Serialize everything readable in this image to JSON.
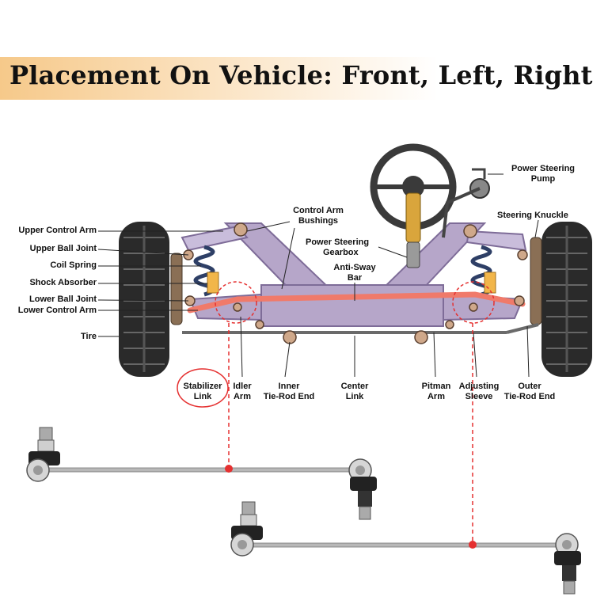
{
  "title": "Placement On Vehicle: Front, Left, Right",
  "labels": {
    "upper_control_arm": "Upper Control Arm",
    "upper_ball_joint": "Upper Ball Joint",
    "coil_spring": "Coil Spring",
    "shock_absorber": "Shock Absorber",
    "lower_ball_joint": "Lower Ball Joint",
    "lower_control_arm": "Lower Control Arm",
    "tire": "Tire",
    "control_arm_bushings_1": "Control Arm",
    "control_arm_bushings_2": "Bushings",
    "power_steering_gearbox_1": "Power Steering",
    "power_steering_gearbox_2": "Gearbox",
    "anti_sway_bar_1": "Anti-Sway",
    "anti_sway_bar_2": "Bar",
    "power_steering_pump_1": "Power Steering",
    "power_steering_pump_2": "Pump",
    "steering_knuckle": "Steering Knuckle",
    "stabilizer_link_1": "Stabilizer",
    "stabilizer_link_2": "Link",
    "idler_arm_1": "Idler",
    "idler_arm_2": "Arm",
    "inner_tie_rod_end_1": "Inner",
    "inner_tie_rod_end_2": "Tie-Rod End",
    "center_link_1": "Center",
    "center_link_2": "Link",
    "pitman_arm_1": "Pitman",
    "pitman_arm_2": "Arm",
    "adjusting_sleeve_1": "Adjusting",
    "adjusting_sleeve_2": "Sleeve",
    "outer_tie_rod_end_1": "Outer",
    "outer_tie_rod_end_2": "Tie-Rod End"
  },
  "colors": {
    "frame": "#b6a6c9",
    "frame_dark": "#7e6c98",
    "spring": "#2e3f66",
    "shock": "#f2b64a",
    "sway_bar": "#f07a6a",
    "highlight": "#e53030",
    "tire": "#2a2a2a"
  }
}
